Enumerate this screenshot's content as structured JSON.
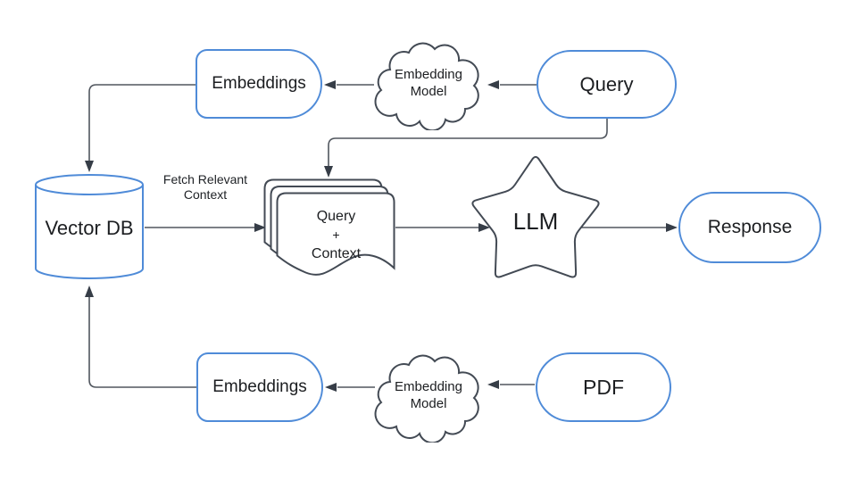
{
  "canvas": {
    "bg": "#ffffff",
    "accent_blue": "#4f8bd8",
    "stroke_dark": "#434a54",
    "connector": "#50565e",
    "arrowhead": "#363d47",
    "text_color": "#1c1e21"
  },
  "nodes": {
    "embeddings_top": {
      "label": "Embeddings",
      "shape": "half-stadium",
      "stroke": "blue"
    },
    "embedding_model_top": {
      "label": "Embedding Model",
      "shape": "cloud",
      "stroke": "dark"
    },
    "query": {
      "label": "Query",
      "shape": "stadium",
      "stroke": "blue"
    },
    "vector_db": {
      "label": "Vector DB",
      "shape": "cylinder",
      "stroke": "blue"
    },
    "query_context": {
      "lines": [
        "Query",
        "+",
        "Context"
      ],
      "shape": "multi-document",
      "stroke": "dark"
    },
    "llm": {
      "label": "LLM",
      "shape": "star",
      "stroke": "dark"
    },
    "response": {
      "label": "Response",
      "shape": "stadium",
      "stroke": "blue"
    },
    "embeddings_bottom": {
      "label": "Embeddings",
      "shape": "half-stadium",
      "stroke": "blue"
    },
    "embedding_model_bottom": {
      "label": "Embedding Model",
      "shape": "cloud",
      "stroke": "dark"
    },
    "pdf": {
      "label": "PDF",
      "shape": "stadium",
      "stroke": "blue"
    }
  },
  "edge_labels": {
    "fetch": "Fetch Relevant Context"
  },
  "edges": [
    {
      "from": "Query",
      "to": "Embedding Model (top)"
    },
    {
      "from": "Embedding Model (top)",
      "to": "Embeddings (top)"
    },
    {
      "from": "Embeddings (top)",
      "to": "Vector DB"
    },
    {
      "from": "Query",
      "to": "Query + Context"
    },
    {
      "from": "Vector DB",
      "to": "Query + Context",
      "label": "Fetch Relevant Context"
    },
    {
      "from": "Query + Context",
      "to": "LLM"
    },
    {
      "from": "LLM",
      "to": "Response"
    },
    {
      "from": "PDF",
      "to": "Embedding Model (bottom)"
    },
    {
      "from": "Embedding Model (bottom)",
      "to": "Embeddings (bottom)"
    },
    {
      "from": "Embeddings (bottom)",
      "to": "Vector DB"
    }
  ]
}
